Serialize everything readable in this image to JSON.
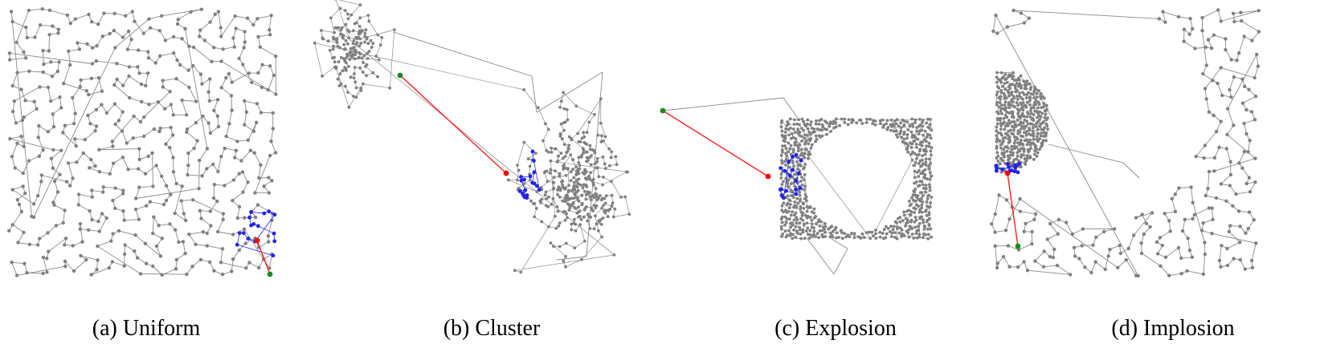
{
  "colors": {
    "tour": "#8a8a8a",
    "node": "#808080",
    "current_edge": "#ff2020",
    "current_node": "#ff0000",
    "start_node": "#1a8a1a",
    "neighbor_node": "#2222ee"
  },
  "panels": [
    {
      "id": "uniform",
      "caption": "(a) Uniform"
    },
    {
      "id": "cluster",
      "caption": "(b) Cluster"
    },
    {
      "id": "explosion",
      "caption": "(c) Explosion"
    },
    {
      "id": "implosion",
      "caption": "(d) Implosion"
    }
  ]
}
